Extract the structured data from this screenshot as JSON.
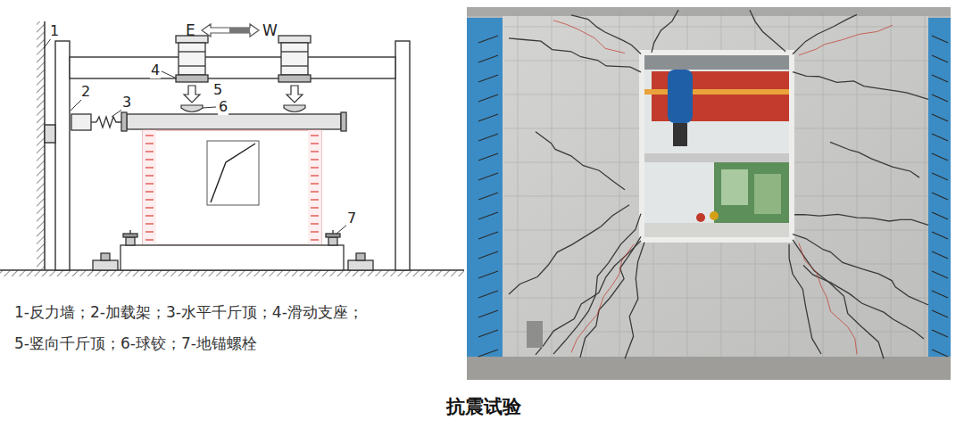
{
  "diagram": {
    "caption": "抗震试验",
    "labels": [
      "1",
      "2",
      "3",
      "4",
      "5",
      "6",
      "7",
      "E",
      "W",
      "1-反力墙；2-加载架；3-水平千斤顶；4-滑动支座；",
      "5-竖向千斤顶；6-球铰；7-地锚螺栓"
    ]
  }
}
